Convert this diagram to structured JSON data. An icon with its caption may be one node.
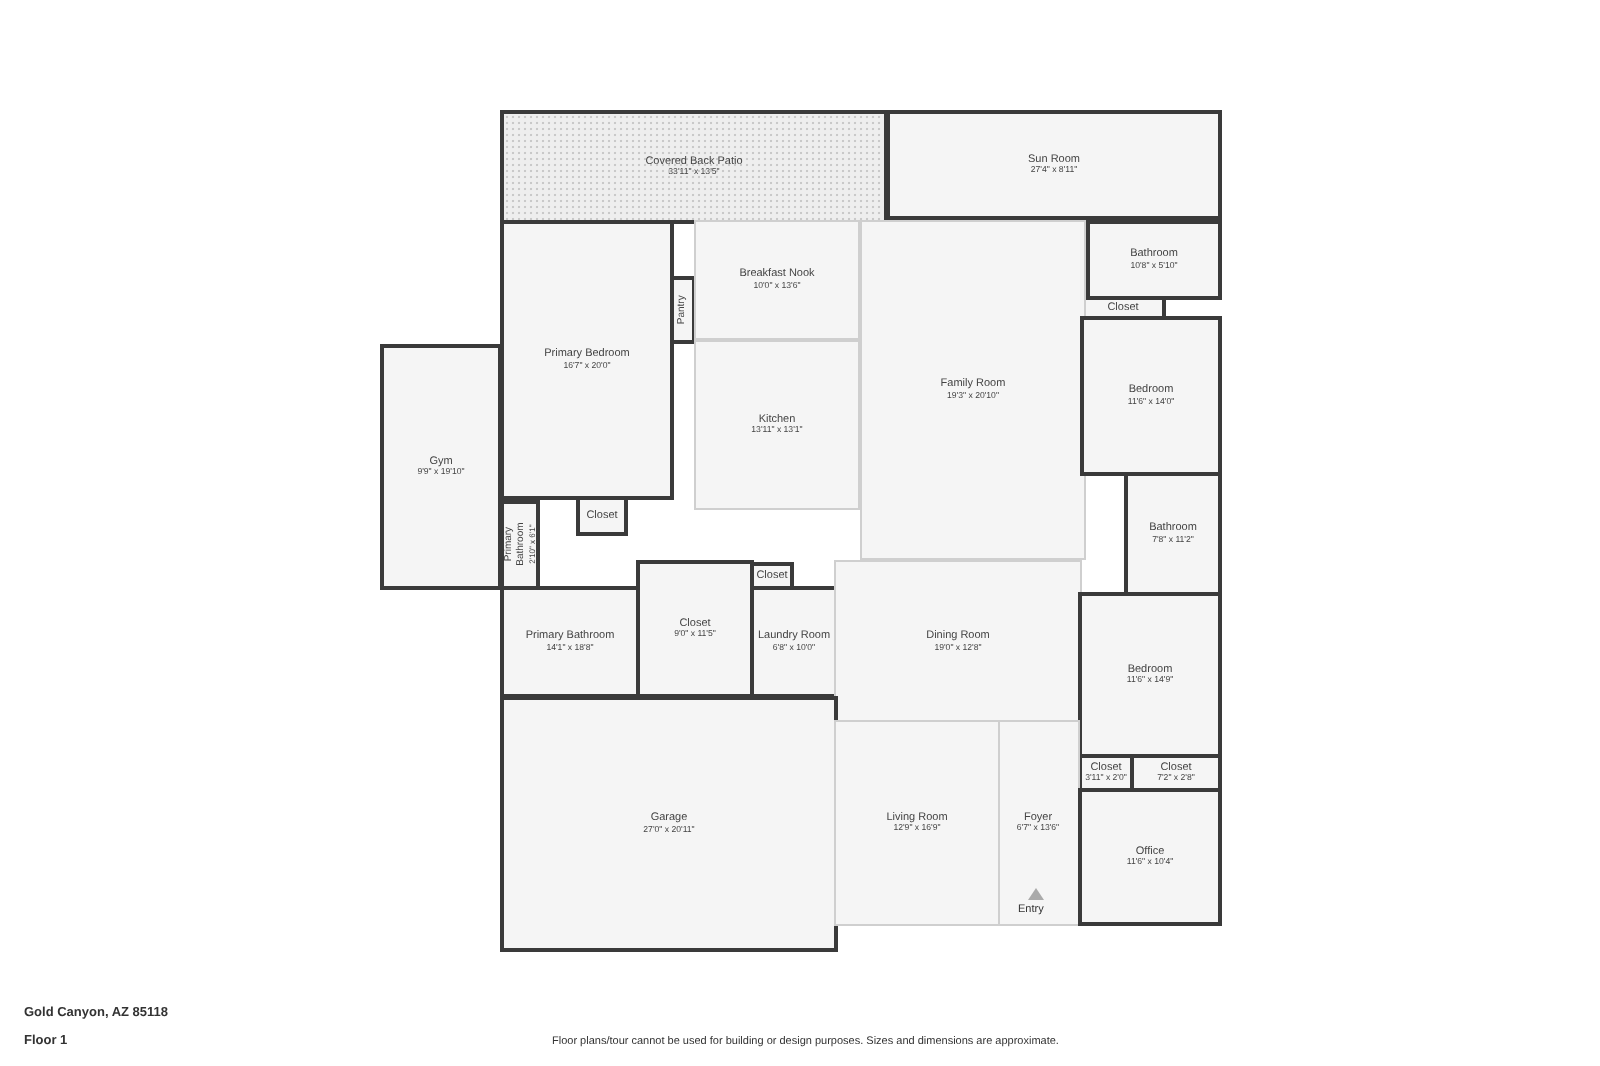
{
  "diagram": {
    "nodes": [
      {
        "text": [
          "Covered Back Patio",
          "33'11\" x 13'5\""
        ]
      },
      {
        "text": [
          "Sun Room",
          "27'4\" x 8'11\""
        ]
      },
      {
        "text": [
          "Primary Bedroom",
          "16'7\" x 20'0\""
        ]
      },
      {
        "text": [
          "Pantry"
        ]
      },
      {
        "text": [
          "Breakfast Nook",
          "10'0\" x 13'6\""
        ]
      },
      {
        "text": [
          "Bathroom",
          "10'8\" x 5'10\""
        ]
      },
      {
        "text": [
          "Closet"
        ]
      },
      {
        "text": [
          "Family Room",
          "19'3\" x 20'10\""
        ]
      },
      {
        "text": [
          "Kitchen",
          "13'11\" x 13'1\""
        ]
      },
      {
        "text": [
          "Bedroom",
          "11'6\" x 14'0\""
        ]
      },
      {
        "text": [
          "Gym",
          "9'9\" x 19'10\""
        ]
      },
      {
        "text": [
          "Primary Bathroom",
          "2'10\" x 6'1\""
        ]
      },
      {
        "text": [
          "Closet"
        ]
      },
      {
        "text": [
          "Bathroom",
          "7'8\" x 11'2\""
        ]
      },
      {
        "text": [
          "Closet"
        ]
      },
      {
        "text": [
          "Primary Bathroom",
          "14'1\" x 18'8\""
        ]
      },
      {
        "text": [
          "Closet",
          "9'0\" x 11'5\""
        ]
      },
      {
        "text": [
          "Laundry Room",
          "6'8\" x 10'0\""
        ]
      },
      {
        "text": [
          "Dining Room",
          "19'0\" x 12'8\""
        ]
      },
      {
        "text": [
          "Bedroom",
          "11'6\" x 14'9\""
        ]
      },
      {
        "text": [
          "Closet",
          "3'11\" x 2'0\""
        ]
      },
      {
        "text": [
          "Closet",
          "7'2\" x 2'8\""
        ]
      },
      {
        "text": [
          "Foyer",
          "6'7\" x 13'6\""
        ]
      },
      {
        "text": [
          "Garage",
          "27'0\" x 20'11\""
        ]
      },
      {
        "text": [
          "Living Room",
          "12'9\" x 16'9\""
        ]
      },
      {
        "text": [
          "Office",
          "11'6\" x 10'4\""
        ]
      }
    ],
    "edges": [],
    "labels": [
      "Entry",
      "Gold Canyon, AZ 85118",
      "Floor 1",
      "Floor plans/tour cannot be used for building or design purposes. Sizes and dimensions are approximate."
    ]
  }
}
